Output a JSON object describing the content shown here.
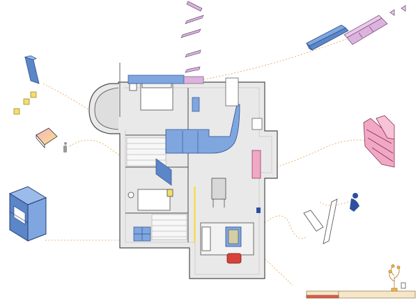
{
  "image": {
    "kind": "exploded-axonometric-floor-plan",
    "style": "flat pastel architectural illustration"
  },
  "colors": {
    "background": "#ffffff",
    "plan_floor": "#e9e9e9",
    "plan_walls": "#cfcfcf",
    "outline": "#4a4a4a",
    "blue_furniture": "#7fa6df",
    "blue_dark": "#5b86c8",
    "pink_furniture": "#f1a8c4",
    "lilac_furniture": "#dcb3dc",
    "yellow_accent": "#f5dd6a",
    "orange_dashed_line": "#e9a04a",
    "red_sofa": "#d6423a",
    "navy_figure": "#2d4f9e",
    "scale_bar_base": "#f6e6c9",
    "scale_bar_red": "#e0584a"
  },
  "objects": [
    "stair-flights",
    "floating-shelf-pieces",
    "blue-cabinet",
    "yellow-stools",
    "side-table",
    "blue-cube-shelf",
    "pink-bookshelf",
    "lilac-wall-cabinet",
    "blue-wall-cabinet",
    "white-panels",
    "sitting-figure",
    "bed",
    "sofa",
    "dining-table",
    "scale-bar",
    "potted-plant"
  ]
}
